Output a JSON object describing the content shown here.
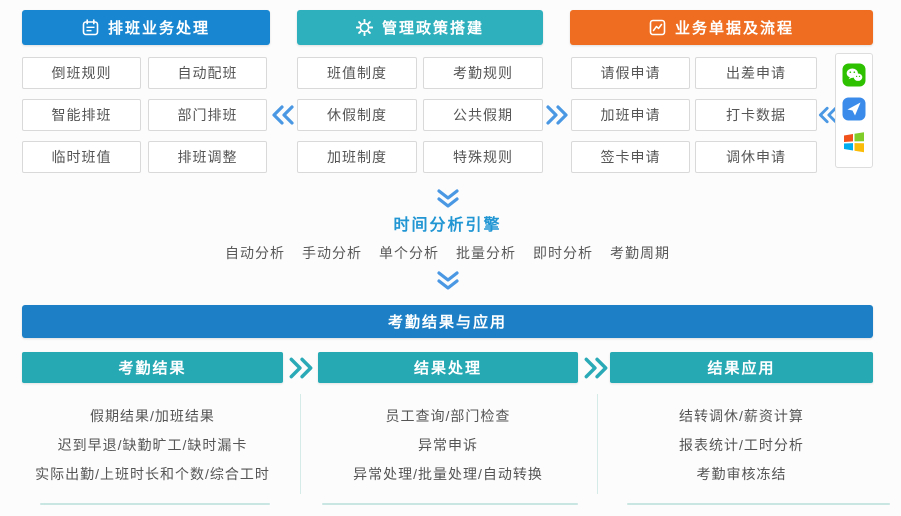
{
  "colors": {
    "header_blue": "#1886d0",
    "header_teal": "#2fb0bd",
    "header_orange": "#ee6d20",
    "banner_blue": "#1d80c6",
    "chevron_blue": "#4a97e4",
    "chevron_teal": "#2aa9b6",
    "engine_title_blue": "#2196d3"
  },
  "top_sections": [
    {
      "title": "排班业务处理",
      "icon": "calendar-icon",
      "items": [
        "倒班规则",
        "自动配班",
        "智能排班",
        "部门排班",
        "临时班值",
        "排班调整"
      ]
    },
    {
      "title": "管理政策搭建",
      "icon": "gear-icon",
      "items": [
        "班值制度",
        "考勤规则",
        "休假制度",
        "公共假期",
        "加班制度",
        "特殊规则"
      ]
    },
    {
      "title": "业务单据及流程",
      "icon": "form-icon",
      "items": [
        "请假申请",
        "出差申请",
        "加班申请",
        "打卡数据",
        "签卡申请",
        "调休申请"
      ]
    }
  ],
  "app_panel": {
    "icons": [
      "wechat-icon",
      "paper-plane-app-icon",
      "windows-logo-icon"
    ]
  },
  "engine": {
    "title": "时间分析引擎",
    "modes": [
      "自动分析",
      "手动分析",
      "单个分析",
      "批量分析",
      "即时分析",
      "考勤周期"
    ]
  },
  "results": {
    "banner": "考勤结果与应用",
    "columns": [
      {
        "title": "考勤结果",
        "rows": [
          "假期结果/加班结果",
          "迟到早退/缺勤旷工/缺时漏卡",
          "实际出勤/上班时长和个数/综合工时"
        ]
      },
      {
        "title": "结果处理",
        "rows": [
          "员工查询/部门检查",
          "异常申诉",
          "异常处理/批量处理/自动转换"
        ]
      },
      {
        "title": "结果应用",
        "rows": [
          "结转调休/薪资计算",
          "报表统计/工时分析",
          "考勤审核冻结"
        ]
      }
    ]
  }
}
